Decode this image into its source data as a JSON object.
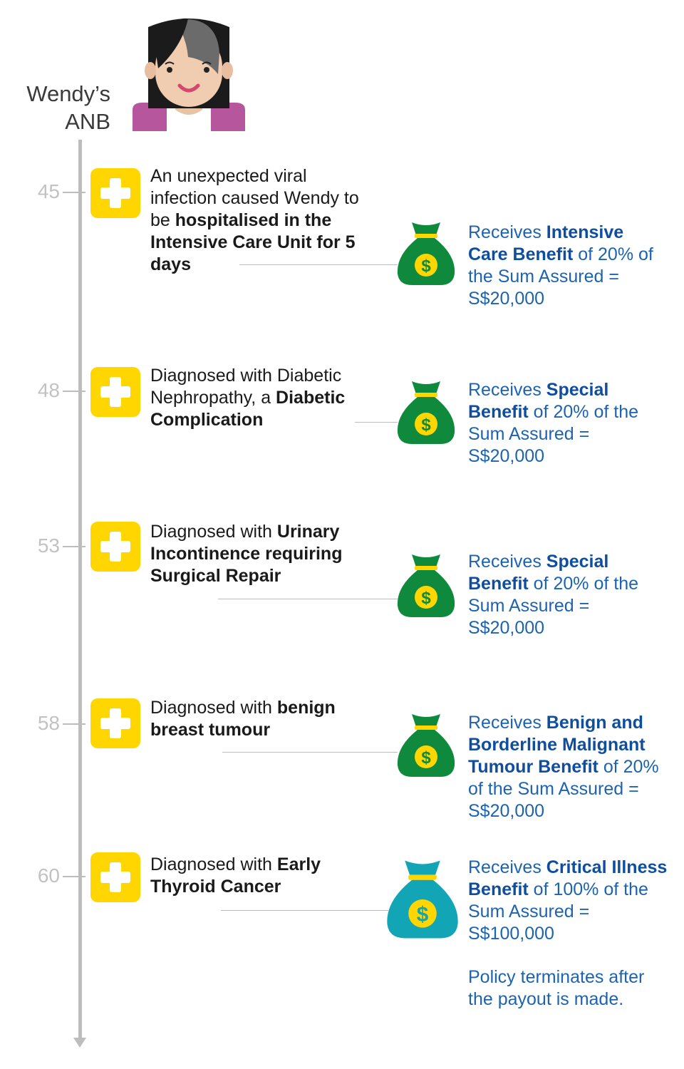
{
  "header": {
    "anb_line1": "Wendy’s",
    "anb_line2": "ANB"
  },
  "colors": {
    "cross_bg": "#ffd600",
    "bag_green": "#0f8a3c",
    "bag_teal": "#12a5b5",
    "coin": "#ffd600",
    "text_blue": "#1c63b0",
    "axis": "#bdbdbd"
  },
  "icons": {
    "avatar": "woman-avatar",
    "cross": "medical-cross-icon",
    "bag": "money-bag-icon"
  },
  "events": [
    {
      "age": "45",
      "desc_pre": "An unexpected viral infection caused Wendy to be ",
      "desc_bold": "hospitalised in the Intensive Care Unit for 5 days",
      "ben_pre": "Receives ",
      "ben_bold": "Intensive Care Benefit",
      "ben_post": " of 20% of the Sum Assured = S$20,000"
    },
    {
      "age": "48",
      "desc_pre": "Diagnosed with Diabetic Nephropathy, a ",
      "desc_bold": "Diabetic Complication",
      "ben_pre": "Receives ",
      "ben_bold": "Special Benefit",
      "ben_post": " of 20% of the Sum Assured = S$20,000"
    },
    {
      "age": "53",
      "desc_pre": "Diagnosed with ",
      "desc_bold": "Urinary Incontinence requiring Surgical Repair",
      "ben_pre": "Receives ",
      "ben_bold": "Special Benefit",
      "ben_post": " of 20% of the Sum Assured = S$20,000"
    },
    {
      "age": "58",
      "desc_pre": "Diagnosed with ",
      "desc_bold": "benign breast tumour",
      "ben_pre": "Receives ",
      "ben_bold": "Benign and Borderline Malignant Tumour Benefit",
      "ben_post": " of 20% of the Sum Assured = S$20,000"
    },
    {
      "age": "60",
      "desc_pre": "Diagnosed with ",
      "desc_bold": "Early Thyroid Cancer",
      "ben_pre": "Receives ",
      "ben_bold": "Critical Illness Benefit",
      "ben_post": " of 100% of the Sum Assured = S$100,000"
    }
  ],
  "footer_note": "Policy terminates after the payout is made."
}
